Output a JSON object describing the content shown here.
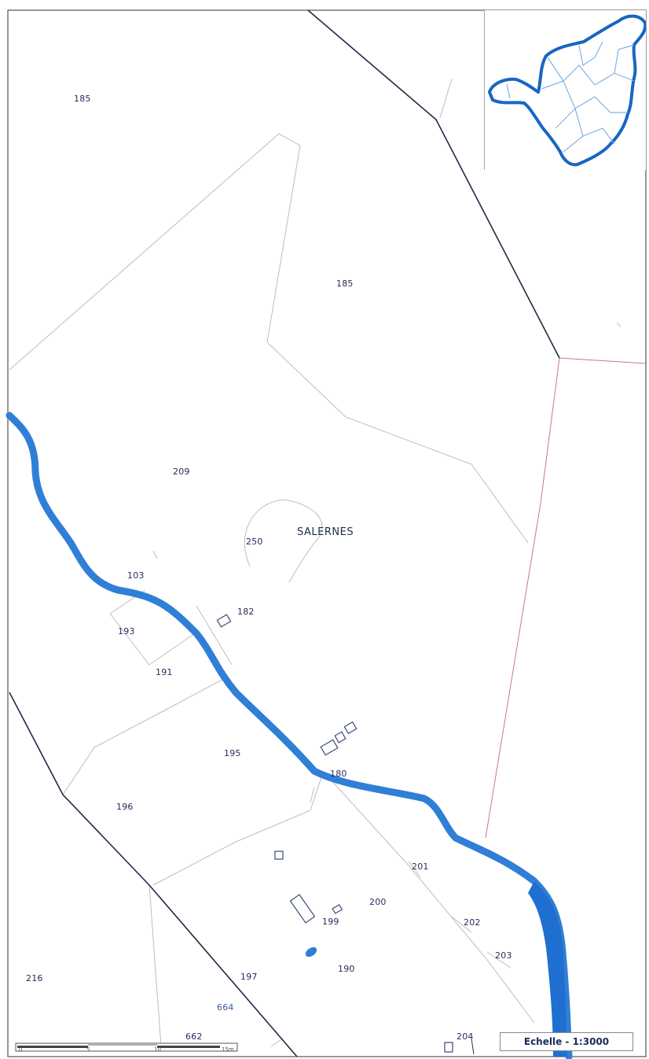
{
  "commune": {
    "name": "SALERNES"
  },
  "parcels": [
    {
      "id": "p185a",
      "label": "185"
    },
    {
      "id": "p185b",
      "label": "185"
    },
    {
      "id": "p209",
      "label": "209"
    },
    {
      "id": "p250",
      "label": "250"
    },
    {
      "id": "p103",
      "label": "103"
    },
    {
      "id": "p182",
      "label": "182"
    },
    {
      "id": "p193",
      "label": "193"
    },
    {
      "id": "p191",
      "label": "191"
    },
    {
      "id": "p195",
      "label": "195"
    },
    {
      "id": "p180",
      "label": "180"
    },
    {
      "id": "p196",
      "label": "196"
    },
    {
      "id": "p201",
      "label": "201"
    },
    {
      "id": "p200",
      "label": "200"
    },
    {
      "id": "p199",
      "label": "199"
    },
    {
      "id": "p202",
      "label": "202"
    },
    {
      "id": "p203",
      "label": "203"
    },
    {
      "id": "p190",
      "label": "190"
    },
    {
      "id": "p197",
      "label": "197"
    },
    {
      "id": "p216",
      "label": "216"
    },
    {
      "id": "p664",
      "label": "664"
    },
    {
      "id": "p662",
      "label": "662"
    },
    {
      "id": "p204",
      "label": "204"
    }
  ],
  "scale": {
    "label": "Echelle - 1:3000",
    "ticks": [
      "0",
      "5",
      "10",
      "15m"
    ]
  },
  "colors": {
    "river": "#2f7fd6",
    "boundary": "#1f2b45",
    "parcel_line": "#b9b9b9",
    "commune_edge": "#c0504d"
  }
}
